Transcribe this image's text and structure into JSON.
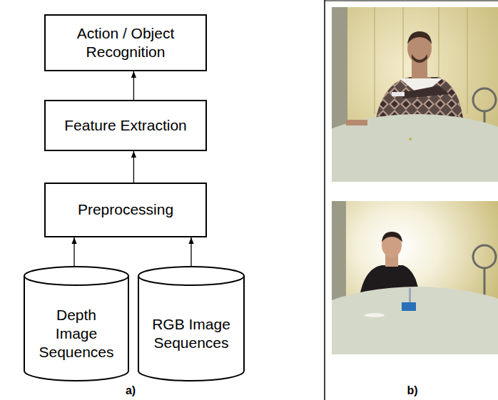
{
  "diagram": {
    "nodes": [
      {
        "text": [
          "Action / Object Recognition"
        ]
      },
      {
        "text": [
          "Feature Extraction"
        ]
      },
      {
        "text": [
          "Preprocessing"
        ]
      },
      {
        "text": [
          "Depth Image Sequences"
        ]
      },
      {
        "text": [
          "RGB Image Sequences"
        ]
      }
    ],
    "edges": [
      {
        "from": 3,
        "to": 2,
        "arrow": "to"
      },
      {
        "from": 4,
        "to": 2,
        "arrow": "to"
      },
      {
        "from": 2,
        "to": 1,
        "arrow": "to"
      },
      {
        "from": 1,
        "to": 0,
        "arrow": "to"
      }
    ],
    "labels": [
      "a)",
      "b)"
    ]
  }
}
